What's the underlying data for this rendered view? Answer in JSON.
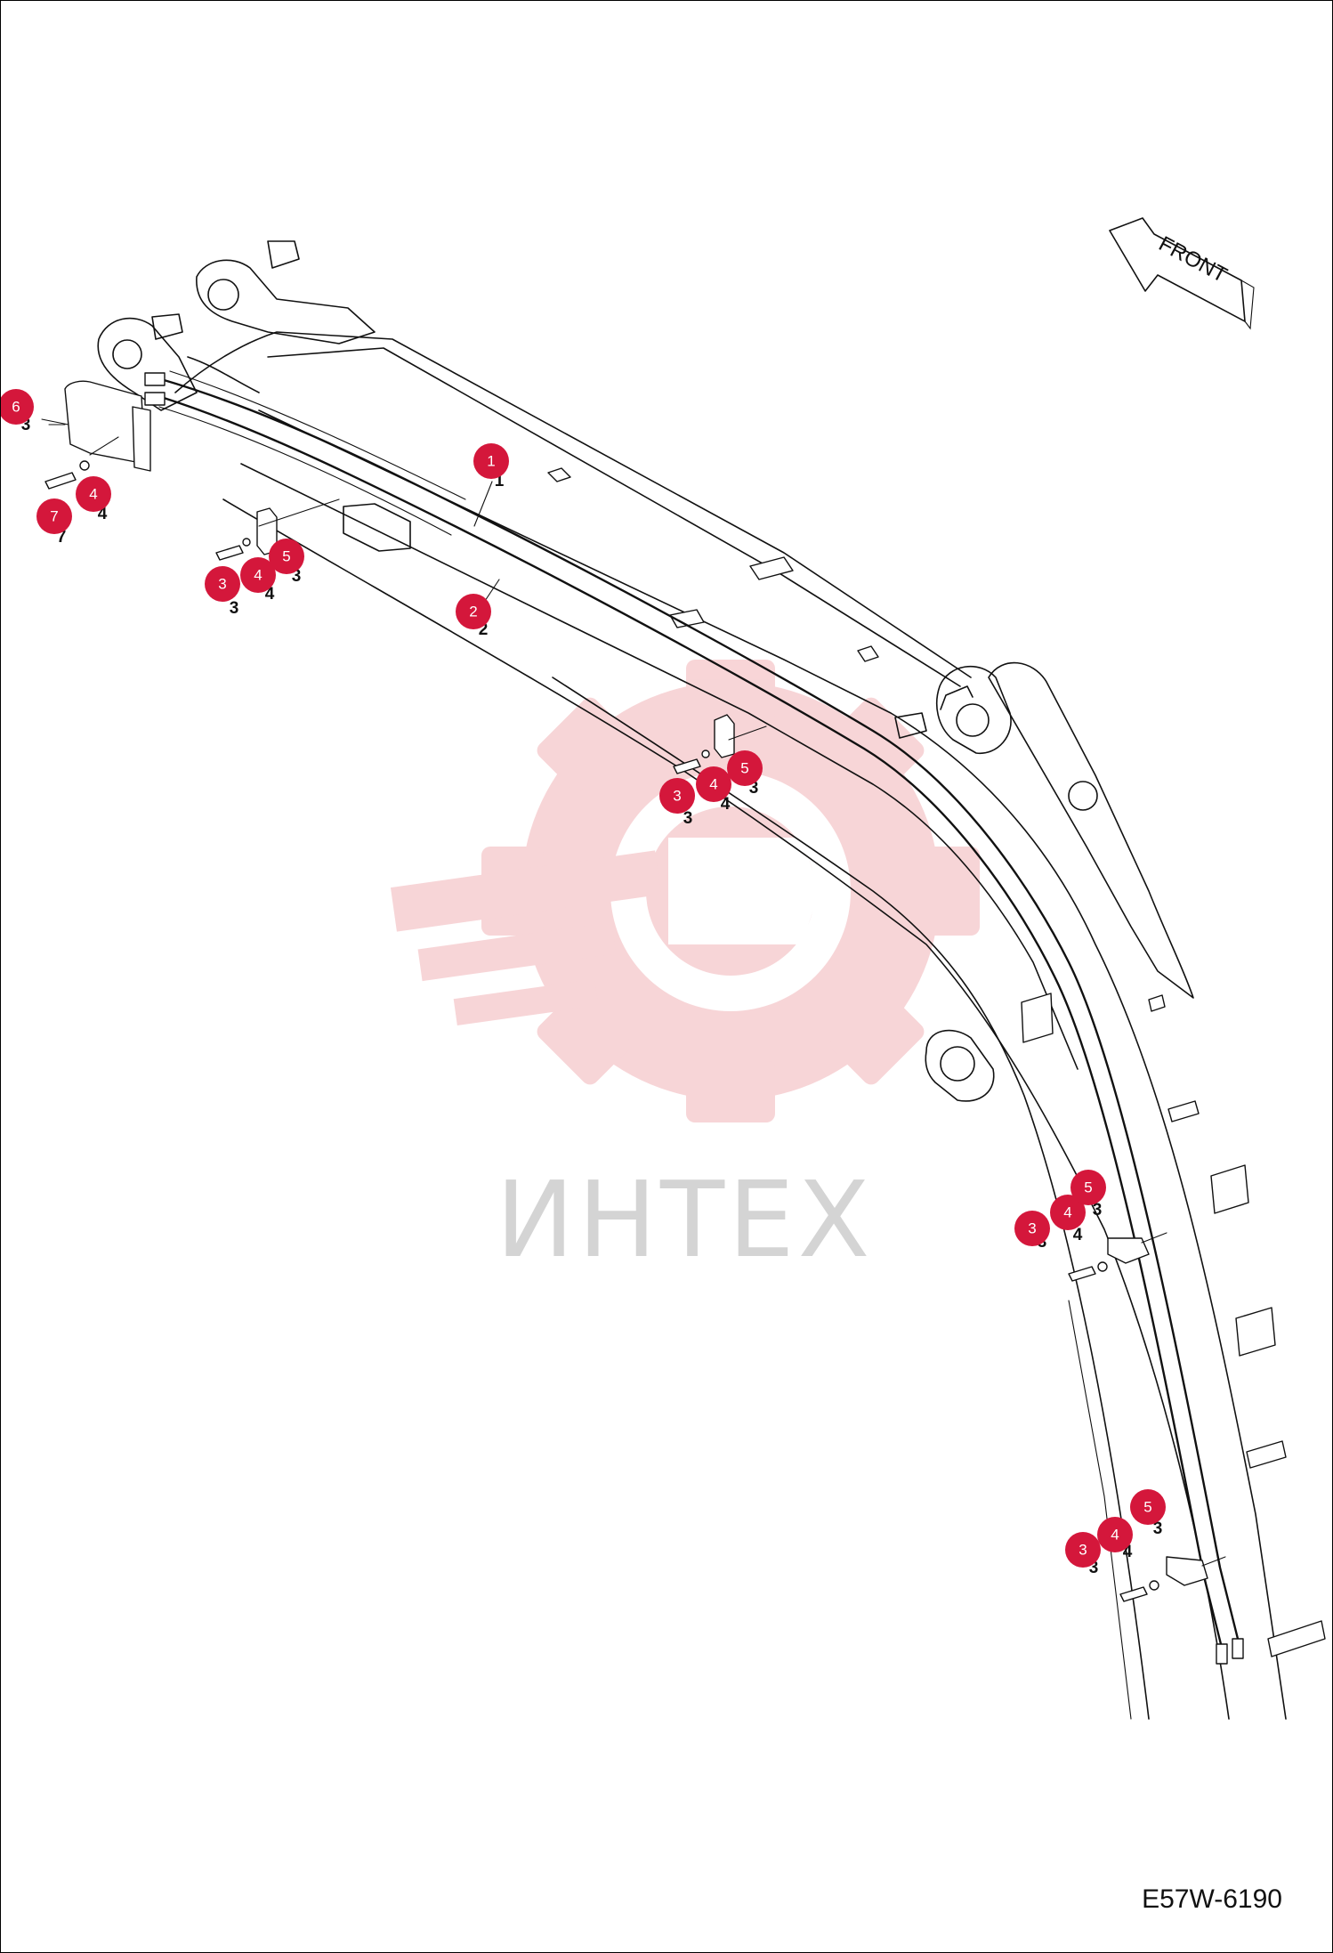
{
  "drawing_code": "E57W-6190",
  "front_label": "FRONT",
  "watermark_text": "ИНТЕХ",
  "watermark_color": "#f2b3b7",
  "badge_color": "#d4173b",
  "callouts": [
    {
      "id": "c1",
      "label": "1"
    },
    {
      "id": "c2",
      "label": "2"
    },
    {
      "id": "c3a",
      "label": "3"
    },
    {
      "id": "c4a",
      "label": "4"
    },
    {
      "id": "c5a",
      "label": "5"
    },
    {
      "id": "c3b",
      "label": "3"
    },
    {
      "id": "c4b",
      "label": "4"
    },
    {
      "id": "c5b",
      "label": "5"
    },
    {
      "id": "c3c",
      "label": "3"
    },
    {
      "id": "c4c",
      "label": "4"
    },
    {
      "id": "c5c",
      "label": "5"
    },
    {
      "id": "c3d",
      "label": "3"
    },
    {
      "id": "c4d",
      "label": "4"
    },
    {
      "id": "c5d",
      "label": "5"
    },
    {
      "id": "c6",
      "label": "6"
    },
    {
      "id": "c4e",
      "label": "4"
    },
    {
      "id": "c7",
      "label": "7"
    }
  ]
}
